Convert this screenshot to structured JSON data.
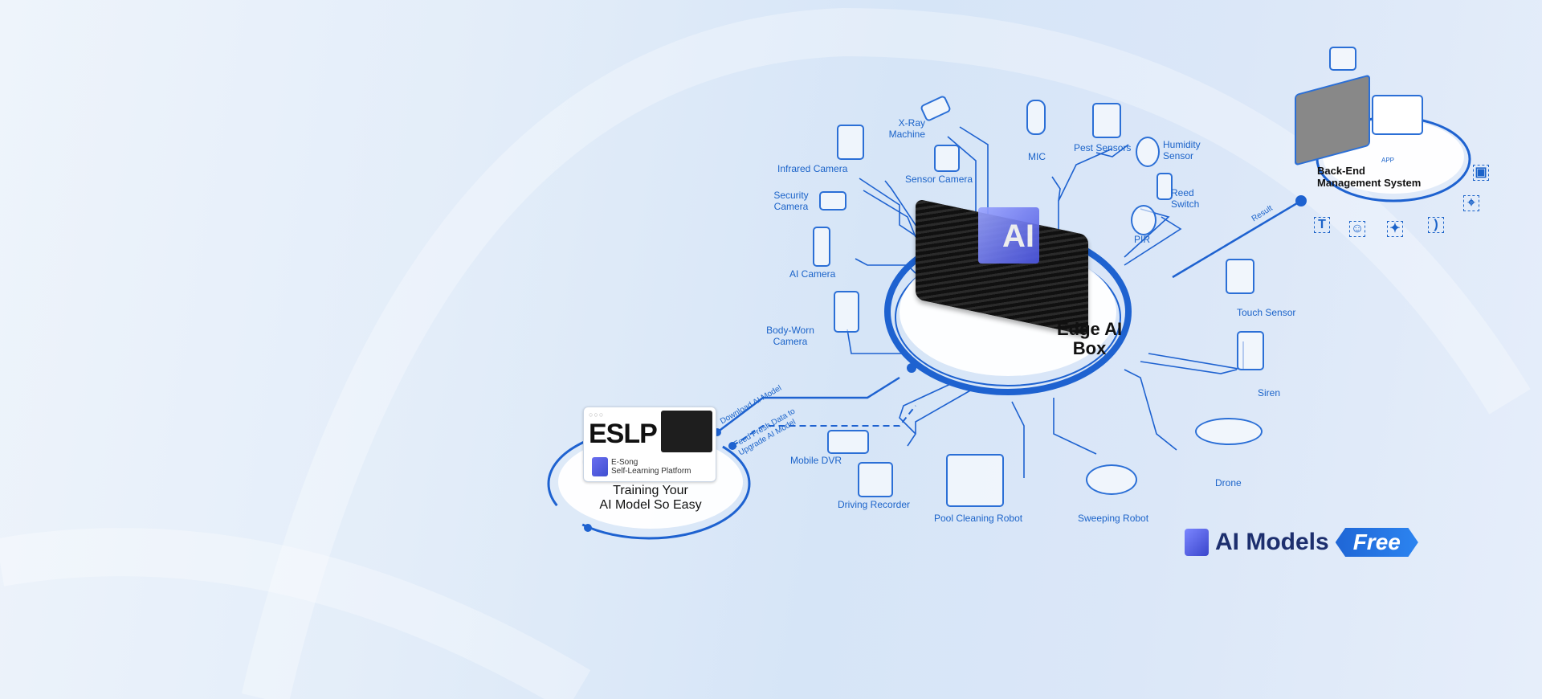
{
  "colors": {
    "accent": "#1b63c9",
    "ring": "#1e62d0",
    "text_dark": "#1d2f6e"
  },
  "center": {
    "title_line1": "Edge AI",
    "title_line2": "Box",
    "cube_label": "AI"
  },
  "devices": {
    "xray": "X-Ray Machine",
    "infrared": "Infrared Camera",
    "security": "Security Camera",
    "sensor_camera": "Sensor Camera",
    "mic": "MIC",
    "pest": "Pest Sensors",
    "humidity": "Humidity Sensor",
    "reed": "Reed Switch",
    "pir": "PIR",
    "ai_camera": "AI Camera",
    "body_worn": "Body-Worn Camera",
    "touch": "Touch Sensor",
    "siren": "Siren",
    "drone": "Drone",
    "sweeping": "Sweeping Robot",
    "pool": "Pool Cleaning Robot",
    "driving": "Driving Recorder",
    "mobile_dvr": "Mobile DVR"
  },
  "backend": {
    "title_line1": "Back-End",
    "title_line2": "Management System",
    "result_label": "Result",
    "app_label": "APP"
  },
  "eslp": {
    "title": "ESLP",
    "sub_line1": "E-Song",
    "sub_line2": "Self-Learning Platform",
    "tagline_line1": "Training Your",
    "tagline_line2": "AI Model So Easy"
  },
  "links": {
    "download": "Download AI Model",
    "feed_line1": "Feed Fresh Data to",
    "feed_line2": "Upgrade AI Model"
  },
  "promo": {
    "text": "AI Models",
    "badge": "Free"
  }
}
